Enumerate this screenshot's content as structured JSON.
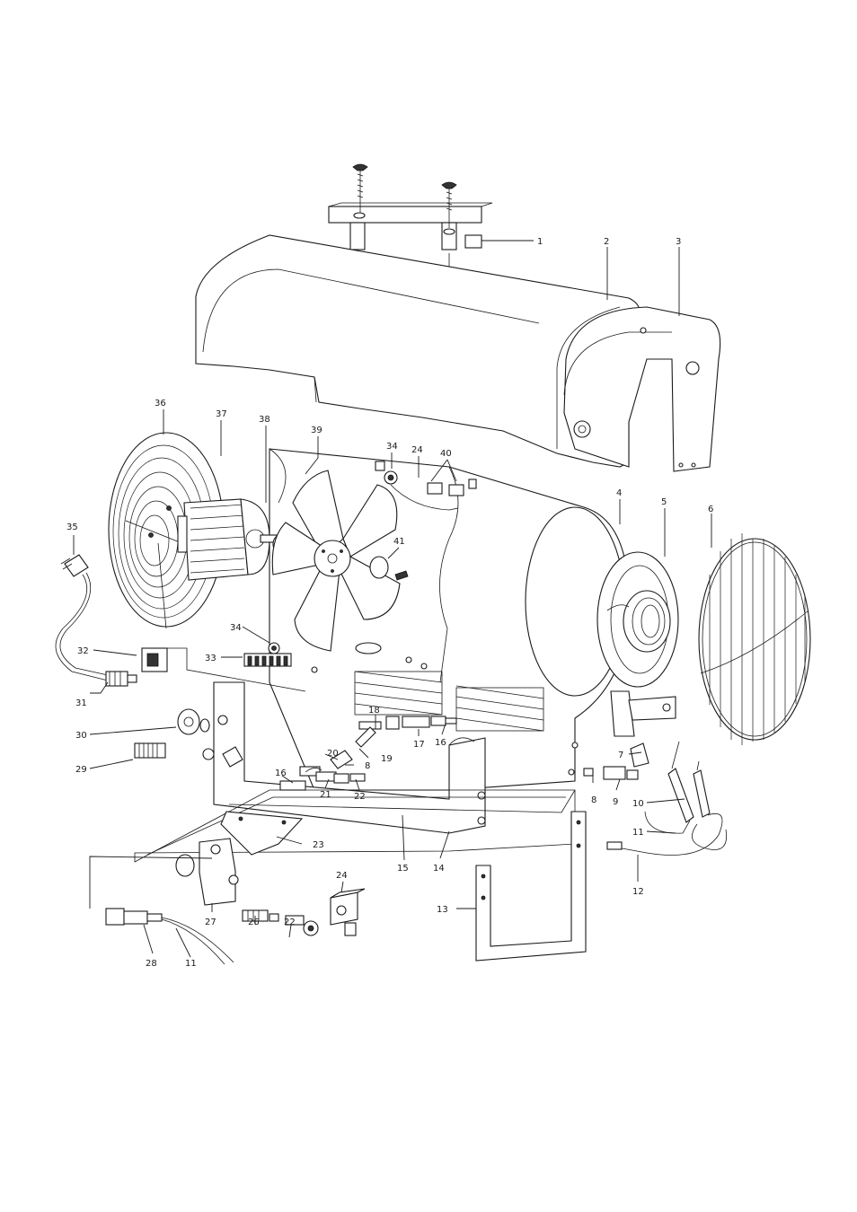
{
  "diagram": {
    "callouts": [
      {
        "id": "c1",
        "text": "1"
      },
      {
        "id": "c2",
        "text": "2"
      },
      {
        "id": "c3",
        "text": "3"
      },
      {
        "id": "c4",
        "text": "4"
      },
      {
        "id": "c5",
        "text": "5"
      },
      {
        "id": "c6",
        "text": "6"
      },
      {
        "id": "c7",
        "text": "7"
      },
      {
        "id": "c8a",
        "text": "8"
      },
      {
        "id": "c8b",
        "text": "8"
      },
      {
        "id": "c9",
        "text": "9"
      },
      {
        "id": "c10",
        "text": "10"
      },
      {
        "id": "c11a",
        "text": "11"
      },
      {
        "id": "c11b",
        "text": "11"
      },
      {
        "id": "c12",
        "text": "12"
      },
      {
        "id": "c13",
        "text": "13"
      },
      {
        "id": "c14",
        "text": "14"
      },
      {
        "id": "c15",
        "text": "15"
      },
      {
        "id": "c16a",
        "text": "16"
      },
      {
        "id": "c16b",
        "text": "16"
      },
      {
        "id": "c17",
        "text": "17"
      },
      {
        "id": "c18",
        "text": "18"
      },
      {
        "id": "c19",
        "text": "19"
      },
      {
        "id": "c20",
        "text": "20"
      },
      {
        "id": "c21",
        "text": "21"
      },
      {
        "id": "c22a",
        "text": "22"
      },
      {
        "id": "c22b",
        "text": "22"
      },
      {
        "id": "c23",
        "text": "23"
      },
      {
        "id": "c24a",
        "text": "24"
      },
      {
        "id": "c24b",
        "text": "24"
      },
      {
        "id": "c26",
        "text": "26"
      },
      {
        "id": "c27",
        "text": "27"
      },
      {
        "id": "c28",
        "text": "28"
      },
      {
        "id": "c29",
        "text": "29"
      },
      {
        "id": "c30",
        "text": "30"
      },
      {
        "id": "c31",
        "text": "31"
      },
      {
        "id": "c32",
        "text": "32"
      },
      {
        "id": "c33",
        "text": "33"
      },
      {
        "id": "c34a",
        "text": "34"
      },
      {
        "id": "c34b",
        "text": "34"
      },
      {
        "id": "c35",
        "text": "35"
      },
      {
        "id": "c36",
        "text": "36"
      },
      {
        "id": "c37",
        "text": "37"
      },
      {
        "id": "c38",
        "text": "38"
      },
      {
        "id": "c39",
        "text": "39"
      },
      {
        "id": "c40",
        "text": "40"
      },
      {
        "id": "c41",
        "text": "41"
      }
    ]
  }
}
